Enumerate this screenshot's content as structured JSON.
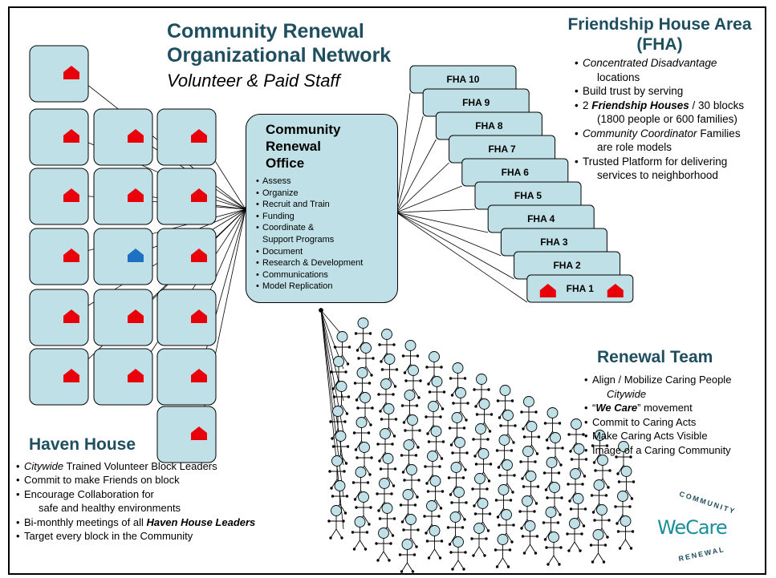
{
  "title": {
    "line1": "Community Renewal",
    "line2": "Organizational Network",
    "subtitle": "Volunteer & Paid Staff"
  },
  "office": {
    "title_lines": [
      "Community",
      "Renewal",
      "Office"
    ],
    "items": [
      "Assess",
      "Organize",
      "Recruit and Train",
      "Funding",
      "Coordinate &",
      "Support Programs",
      "Document",
      "Research & Development",
      "Communications",
      "Model Replication"
    ]
  },
  "fha": {
    "title_line1": "Friendship House Area",
    "title_line2": "(FHA)",
    "cards": [
      "FHA 10",
      "FHA 9",
      "FHA 8",
      "FHA 7",
      "FHA 6",
      "FHA 5",
      "FHA 4",
      "FHA 3",
      "FHA 2",
      "FHA 1"
    ],
    "bullets": [
      {
        "italic": "Concentrated Disadvantage",
        "text": ""
      },
      {
        "cont": "locations"
      },
      {
        "text": "Build trust by serving"
      },
      {
        "pre": "2 ",
        "bolditalic": "Friendship Houses",
        "text": " / 30 blocks"
      },
      {
        "cont": "(1800 people or 600 families)"
      },
      {
        "italic": "Community Coordinator",
        "text": " Families"
      },
      {
        "cont": "are role models"
      },
      {
        "text": "Trusted Platform for delivering"
      },
      {
        "cont": "services to neighborhood"
      }
    ]
  },
  "haven": {
    "title": "Haven House",
    "bullets": [
      {
        "italic": "Citywide",
        "text": " Trained Volunteer Block Leaders"
      },
      {
        "text": "Commit to make Friends on block"
      },
      {
        "text": "Encourage Collaboration for"
      },
      {
        "cont": "safe and healthy environments"
      },
      {
        "pre": "Bi-monthly meetings of all ",
        "bolditalic": "Haven House Leaders",
        "text": ""
      },
      {
        "text": "Target every block in the Community"
      }
    ]
  },
  "renewal": {
    "title": "Renewal Team",
    "bullets": [
      {
        "text": "Align / Mobilize Caring People"
      },
      {
        "cont_italic": "Citywide"
      },
      {
        "pre": "“",
        "bolditalic": "We Care",
        "text": "” movement"
      },
      {
        "text": "Commit to Caring Acts"
      },
      {
        "text": "Make Caring Acts Visible"
      },
      {
        "text": "Image of a Caring Community"
      }
    ]
  },
  "logo": {
    "top": "COMMUNITY",
    "main": "WeCare",
    "bottom": "RENEWAL"
  },
  "colors": {
    "box_fill": "#bfe0e6",
    "house_red": "#e8000b",
    "house_blue": "#1f6fc2",
    "title_teal": "#1f4e5f",
    "logo_teal": "#1a8f9a"
  }
}
